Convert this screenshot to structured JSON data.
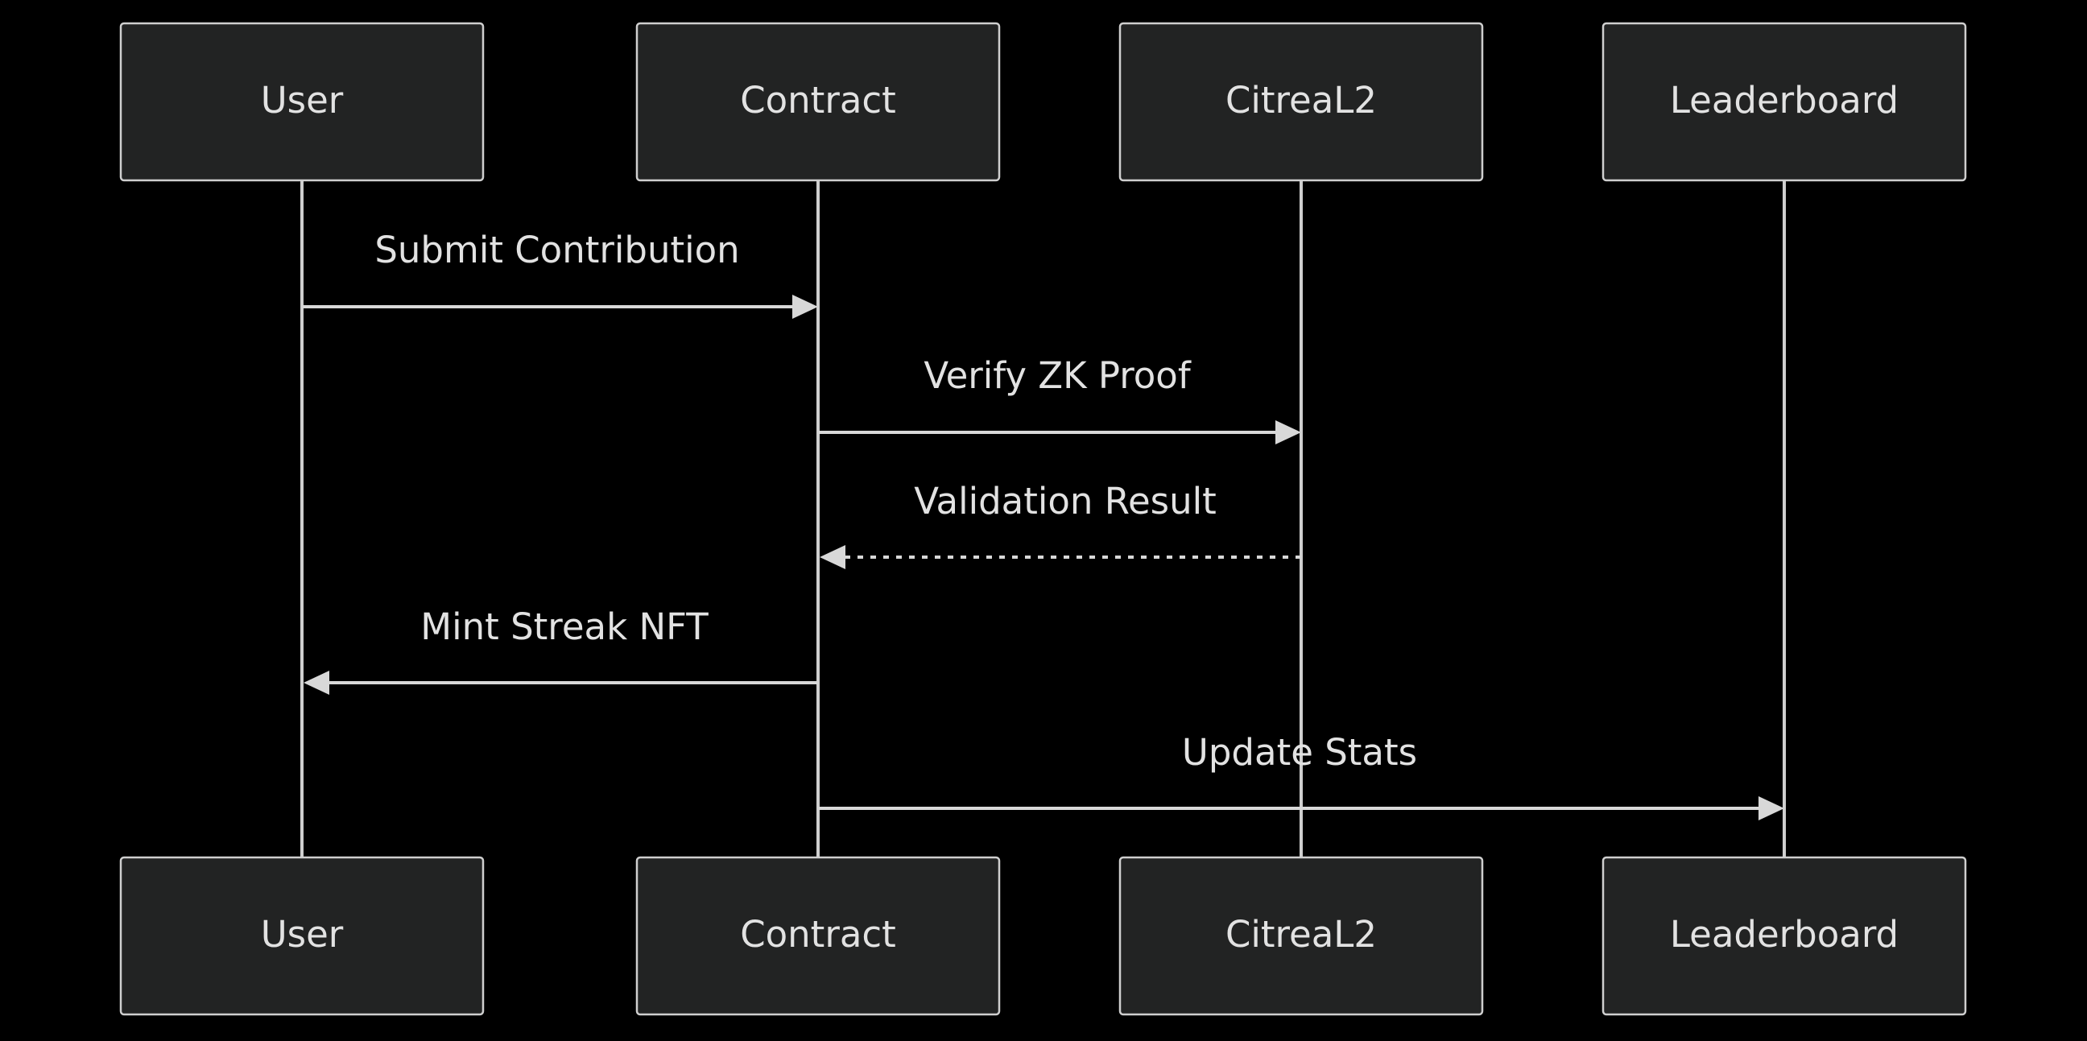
{
  "participants": [
    {
      "id": "user",
      "label": "User"
    },
    {
      "id": "contract",
      "label": "Contract"
    },
    {
      "id": "citreal2",
      "label": "CitreaL2"
    },
    {
      "id": "leaderboard",
      "label": "Leaderboard"
    }
  ],
  "messages": [
    {
      "from": "user",
      "to": "contract",
      "label": "Submit Contribution",
      "style": "solid"
    },
    {
      "from": "contract",
      "to": "citreal2",
      "label": "Verify ZK Proof",
      "style": "solid"
    },
    {
      "from": "citreal2",
      "to": "contract",
      "label": "Validation Result",
      "style": "dashed"
    },
    {
      "from": "contract",
      "to": "user",
      "label": "Mint Streak NFT",
      "style": "solid"
    },
    {
      "from": "contract",
      "to": "leaderboard",
      "label": "Update Stats",
      "style": "solid"
    }
  ],
  "colors": {
    "background": "#000000",
    "box_fill": "#222323",
    "box_stroke": "#cfcfcf",
    "line": "#d8d8d8",
    "text": "#e2e2e2"
  }
}
